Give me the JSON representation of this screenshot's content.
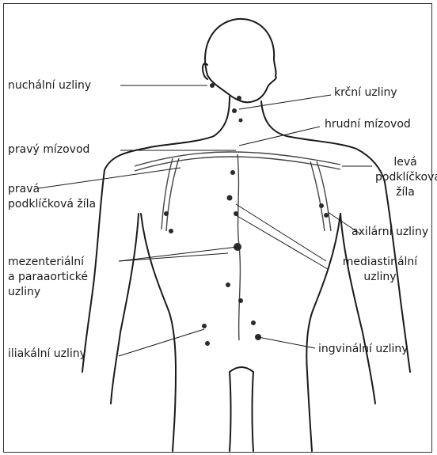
{
  "labels": {
    "nuchal": "nuchální uzliny",
    "cervical": "krční uzliny",
    "thoracic_duct": "hrudní mízovod",
    "right_lymphatic_duct": "pravý mízovod",
    "left_subclavian": [
      "levá",
      "podklíčková",
      "žíla"
    ],
    "right_subclavian": [
      "pravá",
      "podklíčková žíla"
    ],
    "axillary": "axilární uzliny",
    "mesenteric": [
      "mezenteriální",
      "a paraaortické",
      "uzliny"
    ],
    "mediastinal": [
      "mediastinální",
      "uzliny"
    ],
    "iliac": "iliakální uzliny",
    "inguinal": "ingvinální uzliny"
  }
}
